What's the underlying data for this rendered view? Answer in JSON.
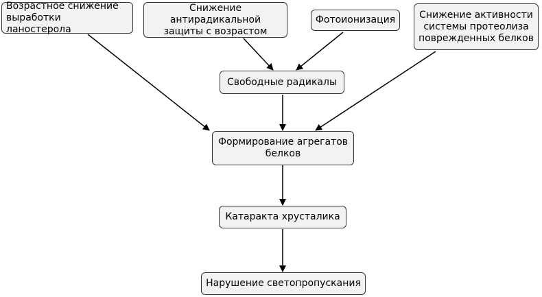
{
  "nodes": {
    "lanosterol": "Возрастное снижение\nвыработки ланостерола",
    "antiradical": "Снижение антирадикальной\nзащиты с возрастом",
    "photoionization": "Фотоионизация",
    "proteolysis": "Снижение активности\nсистемы протеолиза\nповрежденных белков",
    "free_radicals": "Свободные радикалы",
    "aggregates": "Формирование агрегатов\nбелков",
    "cataract": "Катаракта хрусталика",
    "light_transmission": "Нарушение светопропускания"
  },
  "colors": {
    "box_fill": "#f2f2f2",
    "box_border": "#333333",
    "arrow": "#000000"
  }
}
